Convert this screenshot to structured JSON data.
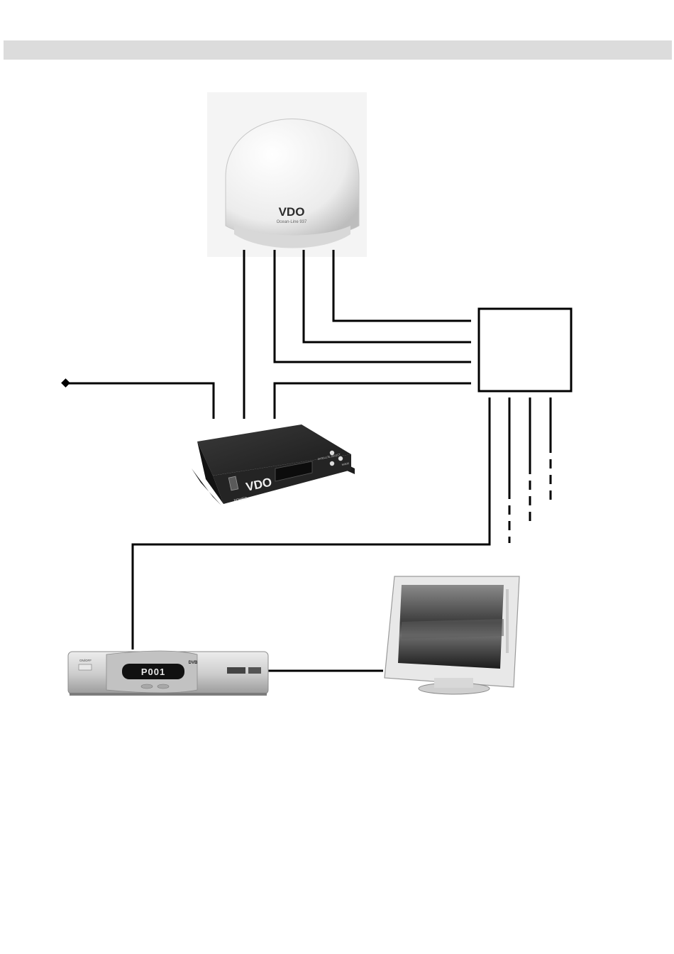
{
  "dome": {
    "brand": "VDO",
    "model": "Ocean-Line 937"
  },
  "controller": {
    "brand": "VDO",
    "power_label": "POWER",
    "button_labels": [
      "SATELLITE SELECT",
      "MODE"
    ]
  },
  "receiver": {
    "display": "P001",
    "standby_label": "ON/OFF",
    "badge": "DVB"
  },
  "colors": {
    "line": "#000000",
    "header_bar": "#dcdcdc",
    "dome_fill": "#f2f2f2",
    "controller_body": "#2a2a2a",
    "receiver_body": "#d4d4d4"
  }
}
